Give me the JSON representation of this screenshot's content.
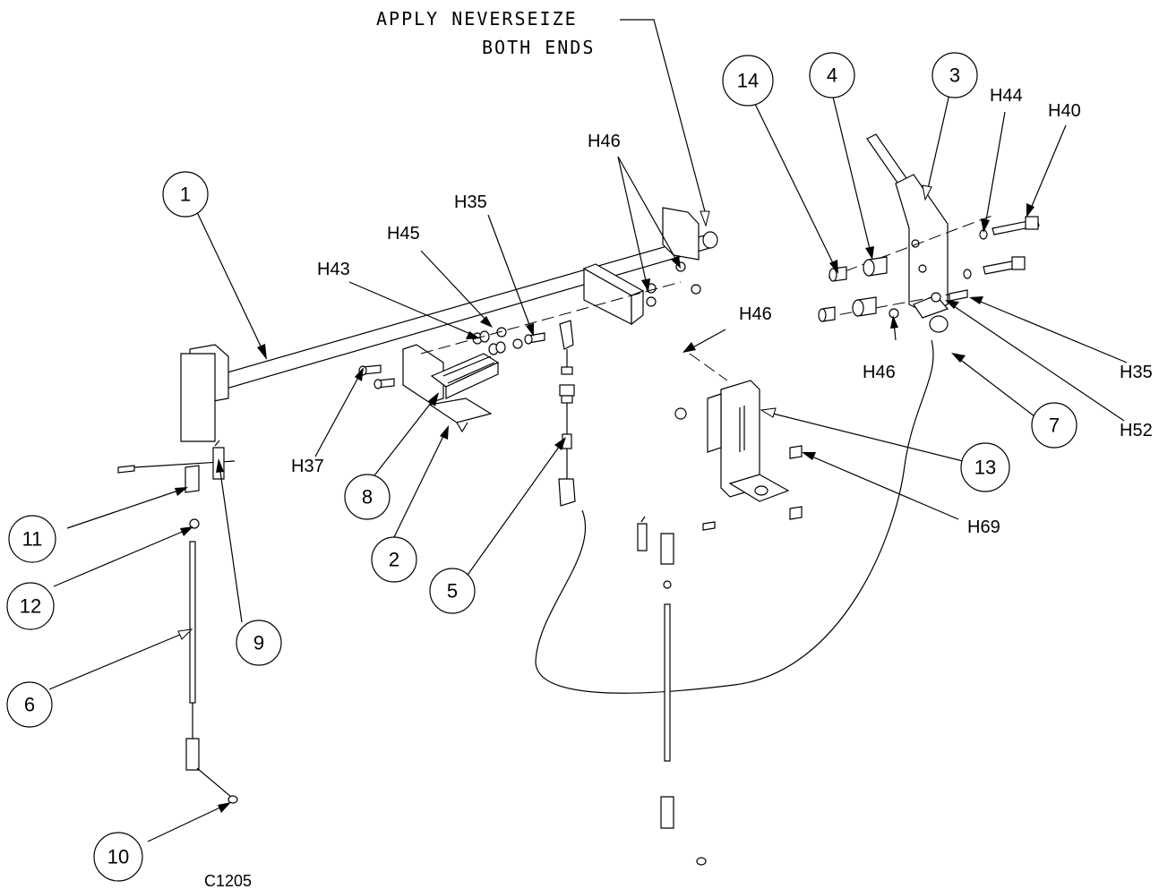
{
  "note": {
    "line1": "APPLY NEVERSEIZE",
    "line2": "BOTH ENDS"
  },
  "drawing_id": "C1205",
  "balloons": {
    "b1": "1",
    "b2": "2",
    "b3": "3",
    "b4": "4",
    "b5": "5",
    "b6": "6",
    "b7": "7",
    "b8": "8",
    "b9": "9",
    "b10": "10",
    "b11": "11",
    "b12": "12",
    "b13": "13",
    "b14": "14"
  },
  "hardware": {
    "h43": "H43",
    "h45": "H45",
    "h35a": "H35",
    "h46a": "H46",
    "h37": "H37",
    "h46b": "H46",
    "h46c": "H46",
    "h44": "H44",
    "h40": "H40",
    "h35b": "H35",
    "h52": "H52",
    "h69": "H69"
  }
}
